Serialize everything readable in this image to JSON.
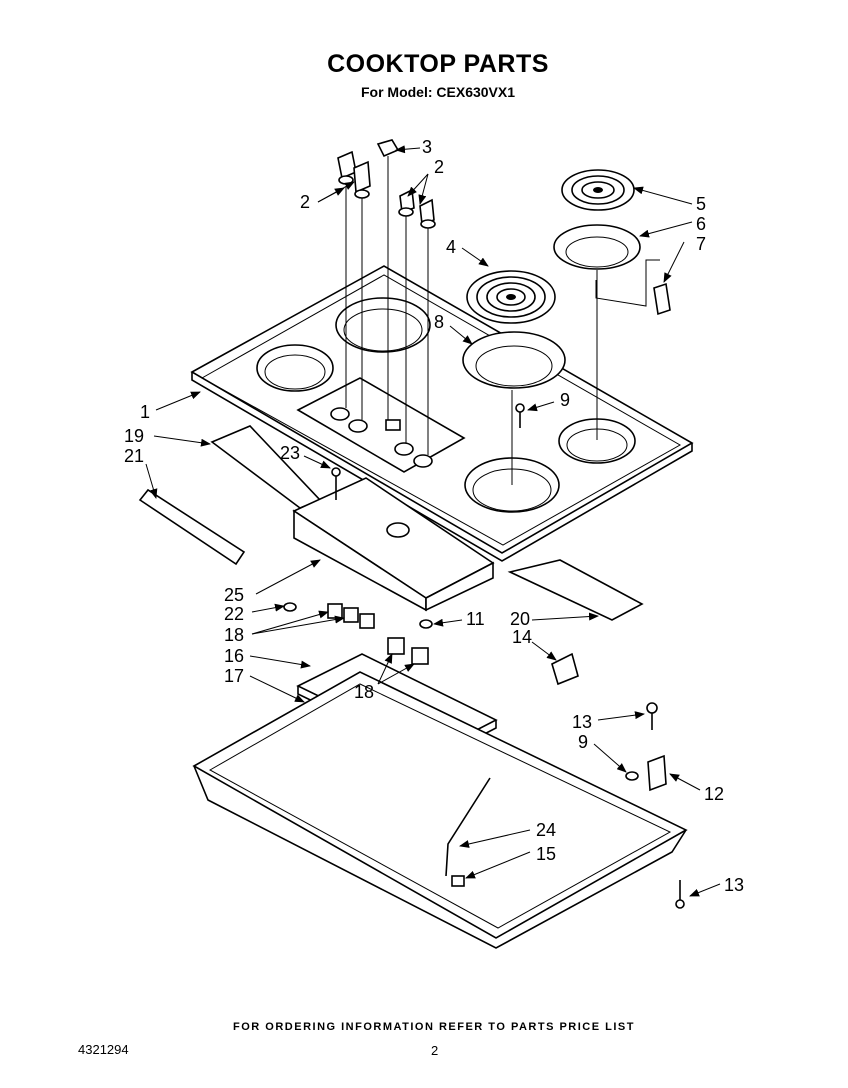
{
  "header": {
    "title": "COOKTOP PARTS",
    "model": "For Model: CEX630VX1"
  },
  "footer": {
    "ordering_note": "FOR ORDERING INFORMATION REFER TO PARTS PRICE LIST",
    "document_number": "4321294",
    "page_number": "2"
  },
  "callouts": {
    "c1": "1",
    "c2a": "2",
    "c2b": "2",
    "c3": "3",
    "c4": "4",
    "c5": "5",
    "c6": "6",
    "c7": "7",
    "c8": "8",
    "c9a": "9",
    "c9b": "9",
    "c11": "11",
    "c12": "12",
    "c13a": "13",
    "c13b": "13",
    "c14": "14",
    "c15": "15",
    "c16": "16",
    "c17": "17",
    "c18a": "18",
    "c18b": "18",
    "c19": "19",
    "c20": "20",
    "c21": "21",
    "c22": "22",
    "c23": "23",
    "c24": "24",
    "c25": "25"
  }
}
